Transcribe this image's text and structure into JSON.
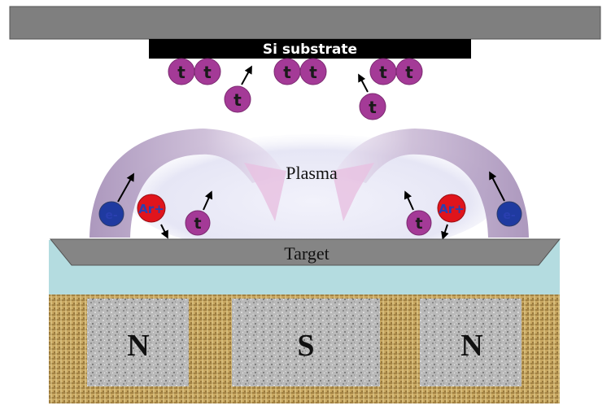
{
  "labels": {
    "substrate": "Si substrate",
    "plasma": "Plasma",
    "target": "Target",
    "atom": "t",
    "ion": "Ar+",
    "electron": "e-"
  },
  "magnets": [
    "N",
    "S",
    "N"
  ],
  "colors": {
    "holder": "#7f7f7f",
    "substrate": "#000000",
    "atom": "#a43a97",
    "ion": "#e0141c",
    "electron": "#1f3aa0",
    "target": "#808080",
    "backing_plate": "#b4dce0",
    "magnet": "#b8b8b8",
    "base": "#c7a45e",
    "plasma_arc": "#a88db8",
    "plasma_arrow": "#e7bfe0"
  }
}
